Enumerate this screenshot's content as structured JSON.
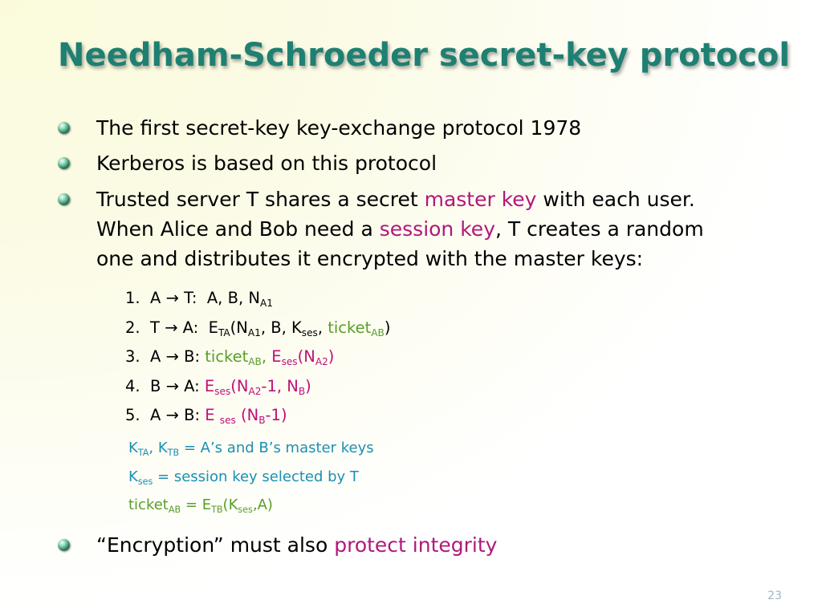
{
  "slide": {
    "title": "Needham-Schroeder secret-key protocol",
    "page_number": "23",
    "bullets": {
      "b1": "The first secret-key key-exchange protocol 1978",
      "b2": "Kerberos is based on this protocol",
      "b3": {
        "l1a": "Trusted server T shares a secret ",
        "l1b": "master key",
        "l1c": " with each user.",
        "l2a": "When Alice and Bob need a ",
        "l2b": "session key",
        "l2c": ", T creates a random",
        "l3": "one and distributes it encrypted with the master keys:"
      },
      "b4": {
        "a": "“Encryption” must also ",
        "b": "protect integrity"
      }
    },
    "steps": {
      "s1": {
        "num": "1.",
        "flow": "A → T:",
        "t1": "A, B, N",
        "t1s": "A1"
      },
      "s2": {
        "num": "2.",
        "flow": "T → A:",
        "t1": "E",
        "t1s": "TA",
        "t2": "(N",
        "t2s": "A1",
        "t3": ", B, K",
        "t3s": "ses",
        "t4": ", ",
        "g1": "ticket",
        "g1s": "AB",
        "t5": ")"
      },
      "s3": {
        "num": "3.",
        "flow": "A → B:",
        "g1": "ticket",
        "g1s": "AB",
        "g2": ",",
        "p1": "E",
        "p1s": "ses",
        "p2": "(N",
        "p2s": "A2",
        "p3": ")"
      },
      "s4": {
        "num": "4.",
        "flow": "B → A:",
        "p1": "E",
        "p1s": "ses",
        "p2": "(N",
        "p2s": "A2",
        "p3": "-1,  N",
        "p3s": "B",
        "p4": ")"
      },
      "s5": {
        "num": "5.",
        "flow": "A → B:",
        "p1": "E",
        "p1s": "ses",
        "p2": "(N",
        "p2s": "B",
        "p3": "-1)"
      }
    },
    "defs": {
      "d1": {
        "a": "K",
        "as": "TA",
        "b": ", K",
        "bs": "TB",
        "c": " = A’s and B’s master keys"
      },
      "d2": {
        "a": "K",
        "as": "ses",
        "b": " = session key selected by T"
      },
      "d3": {
        "a": "ticket",
        "as": "AB",
        "b": " = E",
        "bs": "TB",
        "c": "(K",
        "cs": "ses",
        "d": ",A)"
      }
    }
  }
}
